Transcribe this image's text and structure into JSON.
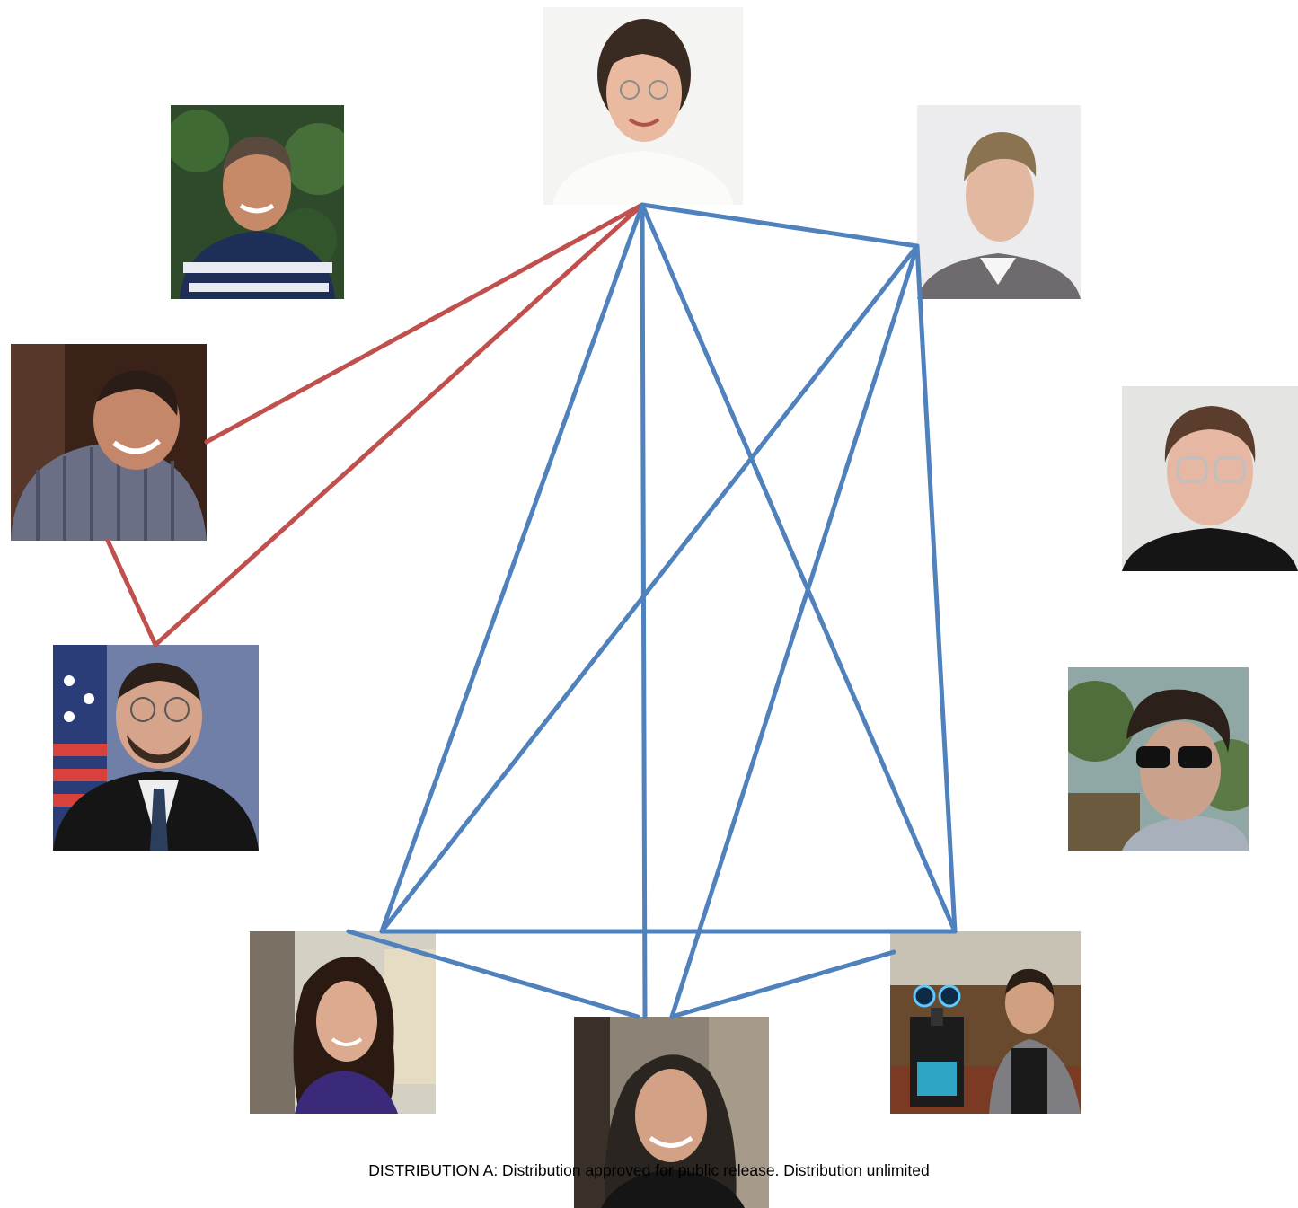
{
  "footer": {
    "text": "DISTRIBUTION A: Distribution approved for public release. Distribution unlimited"
  },
  "colors": {
    "red_edge": "#c0504d",
    "blue_edge": "#4f81bd"
  },
  "nodes": [
    {
      "id": "top-center",
      "icon": "portrait-woman-short-dark-hair"
    },
    {
      "id": "top-left",
      "icon": "portrait-man-striped-polo"
    },
    {
      "id": "top-right",
      "icon": "portrait-young-man-light-hair"
    },
    {
      "id": "mid-left",
      "icon": "portrait-man-plaid-shirt"
    },
    {
      "id": "lower-left",
      "icon": "portrait-man-glasses-suit-flag"
    },
    {
      "id": "right-upper",
      "icon": "portrait-man-clear-glasses"
    },
    {
      "id": "right-lower",
      "icon": "portrait-man-sunglasses-curly"
    },
    {
      "id": "bottom-left",
      "icon": "portrait-woman-long-dark-hair"
    },
    {
      "id": "bottom-center",
      "icon": "portrait-woman-curly-hair"
    },
    {
      "id": "bottom-right",
      "icon": "portrait-man-with-robot"
    }
  ],
  "edges": [
    {
      "from": "top-center",
      "to": "mid-left",
      "color": "red"
    },
    {
      "from": "top-center",
      "to": "lower-left",
      "color": "red"
    },
    {
      "from": "mid-left",
      "to": "lower-left",
      "color": "red"
    },
    {
      "from": "top-center",
      "to": "top-right",
      "color": "blue"
    },
    {
      "from": "top-center",
      "to": "bottom-left",
      "color": "blue"
    },
    {
      "from": "top-center",
      "to": "bottom-center",
      "color": "blue"
    },
    {
      "from": "top-center",
      "to": "bottom-right",
      "color": "blue"
    },
    {
      "from": "top-right",
      "to": "bottom-left",
      "color": "blue"
    },
    {
      "from": "top-right",
      "to": "bottom-center",
      "color": "blue"
    },
    {
      "from": "top-right",
      "to": "bottom-right",
      "color": "blue"
    },
    {
      "from": "bottom-left",
      "to": "bottom-right",
      "color": "blue"
    },
    {
      "from": "bottom-left",
      "to": "bottom-center",
      "color": "blue"
    },
    {
      "from": "bottom-right",
      "to": "bottom-center",
      "color": "blue"
    }
  ]
}
